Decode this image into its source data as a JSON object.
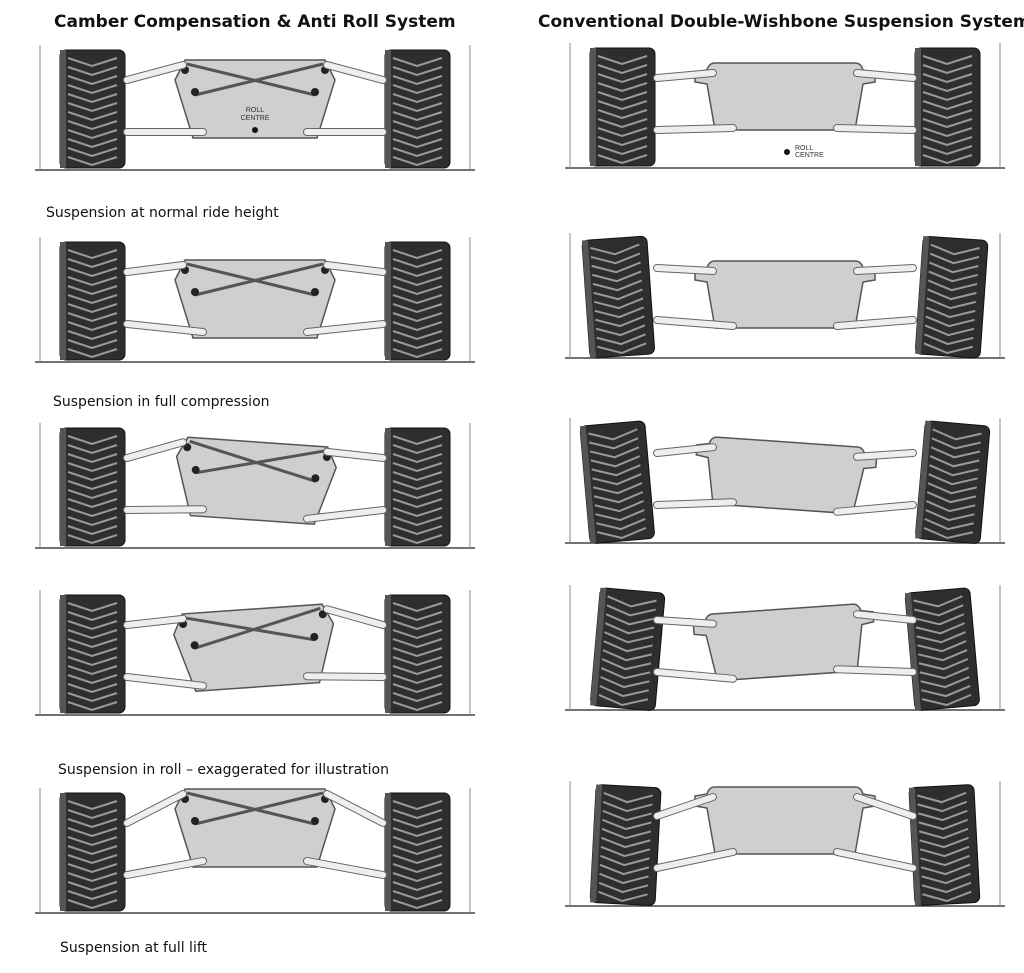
{
  "columns": [
    {
      "title": "Camber Compensation & Anti Roll System"
    },
    {
      "title": "Conventional Double-Wishbone Suspension Systems"
    }
  ],
  "captions": [
    "Suspension at normal ride height",
    "Suspension in full compression",
    "Suspension in roll – exaggerated for illustration",
    "Suspension at full lift"
  ],
  "roll_centre_label": [
    "ROLL",
    "CENTRE"
  ],
  "states": [
    "normal",
    "compression",
    "roll-left",
    "roll-right",
    "lift"
  ]
}
